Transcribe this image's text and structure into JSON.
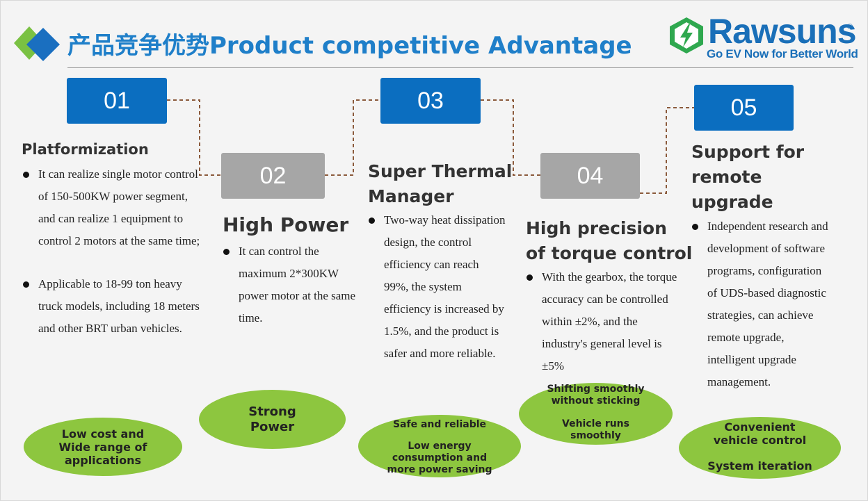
{
  "header": {
    "title": "产品竞争优势Product competitive Advantage",
    "logo": {
      "name": "Rawsuns",
      "registered": "®",
      "slogan": "Go EV Now for Better World",
      "icon": "bolt-shield-icon"
    }
  },
  "colors": {
    "title_blue": "#1f7fc9",
    "box_blue": "#0b6ec0",
    "box_gray": "#a6a6a6",
    "oval_green": "#8dc63f",
    "connector_brown": "#8b5a3c"
  },
  "items": [
    {
      "number": "01",
      "heading": "Platformization",
      "bullets": [
        "It can realize single motor control of 150-500KW power segment, and can realize 1 equipment to control 2 motors at the same time;",
        "Applicable to 18-99 ton heavy truck models, including 18 meters and other BRT urban vehicles."
      ],
      "tags": [
        "Low cost and\nWide range of\napplications"
      ]
    },
    {
      "number": "02",
      "heading": "High Power",
      "bullets": [
        "It can control the maximum 2*300KW power motor at the same time."
      ],
      "tags": [
        "Strong\nPower"
      ]
    },
    {
      "number": "03",
      "heading": "Super Thermal\nManager",
      "bullets": [
        "Two-way heat dissipation design, the control efficiency can reach 99%, the system efficiency is increased by 1.5%, and the product is safer and more reliable."
      ],
      "tags": [
        "Safe and reliable",
        "Low energy\nconsumption and\nmore power saving"
      ]
    },
    {
      "number": "04",
      "heading": "High precision\nof torque control",
      "bullets": [
        "With the gearbox, the torque accuracy can be controlled within ±2%, and the industry's general level is ±5%"
      ],
      "tags": [
        "Shifting smoothly\nwithout sticking",
        "Vehicle runs\nsmoothly"
      ]
    },
    {
      "number": "05",
      "heading": "Support for\nremote\nupgrade",
      "bullets": [
        "Independent research and development of software programs, configuration of UDS-based diagnostic strategies, can achieve remote upgrade, intelligent upgrade management."
      ],
      "tags": [
        "Convenient\nvehicle control",
        "System iteration"
      ]
    }
  ]
}
